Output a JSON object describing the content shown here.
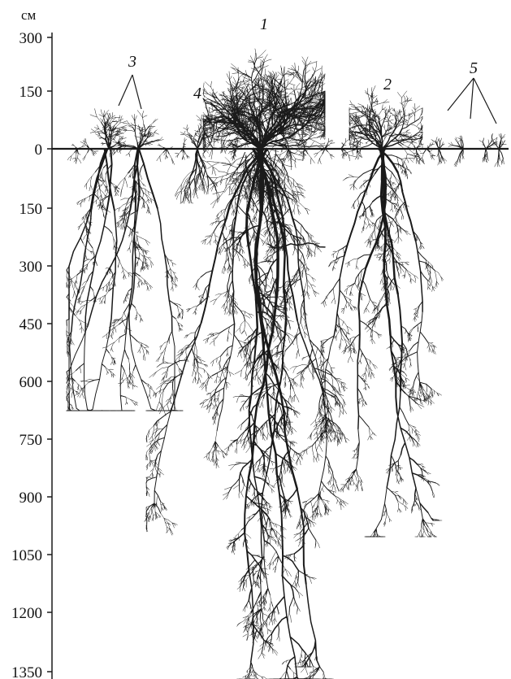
{
  "axis": {
    "unit": "см",
    "ticks": [
      "300",
      "150",
      "0",
      "150",
      "300",
      "450",
      "600",
      "750",
      "900",
      "1050",
      "1200",
      "1350"
    ]
  },
  "labels": {
    "plant_1": "1",
    "plant_2": "2",
    "plant_3": "3",
    "plant_4": "4",
    "plant_5": "5"
  },
  "colors": {
    "ink": "#1a1a1a",
    "background": "#ffffff"
  }
}
